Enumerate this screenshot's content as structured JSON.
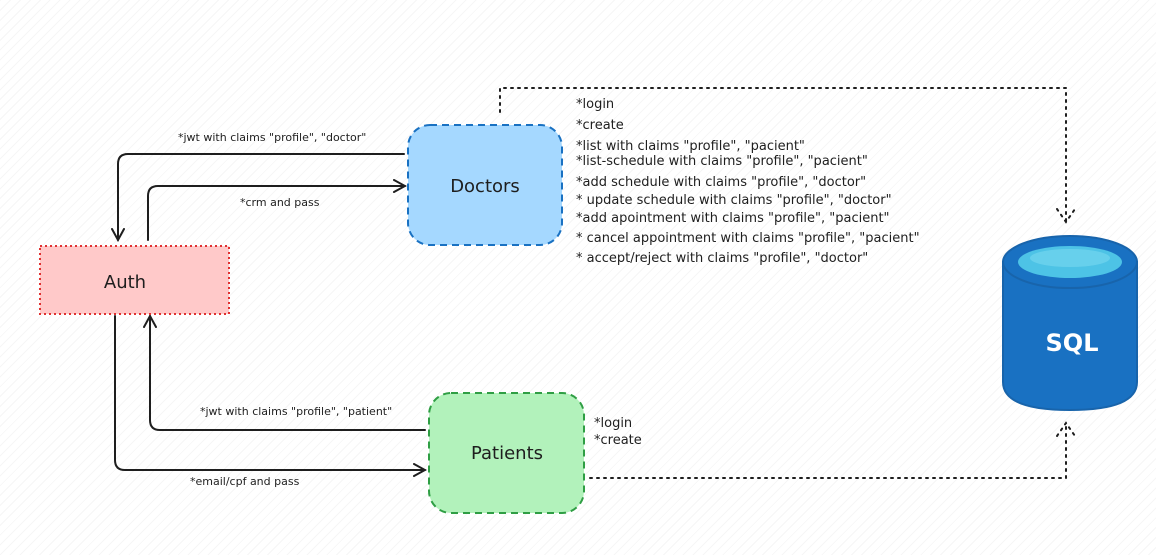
{
  "nodes": {
    "auth": {
      "label": "Auth",
      "fill": "#ffc9c9",
      "stroke": "#e03131"
    },
    "doctors": {
      "label": "Doctors",
      "fill": "#a5d8ff",
      "stroke": "#1971c2"
    },
    "patients": {
      "label": "Patients",
      "fill": "#b2f2bb",
      "stroke": "#2f9e44"
    },
    "sql": {
      "label": "SQL",
      "fill": "#1971c2",
      "top_fill": "#4dc3e6"
    }
  },
  "edges": {
    "doctors_to_auth": "*jwt with claims \"profile\", \"doctor\"",
    "auth_to_doctors": "*crm and pass",
    "patients_to_auth": "*jwt with claims \"profile\", \"patient\"",
    "auth_to_patients": "*email/cpf and pass"
  },
  "doctor_operations": [
    "*login",
    "*create",
    "*list with claims \"profile\", \"pacient\"",
    "*list-schedule with claims \"profile\", \"pacient\"",
    "*add schedule with claims \"profile\", \"doctor\"",
    "* update schedule with claims \"profile\", \"doctor\"",
    "*add apointment with claims \"profile\", \"pacient\"",
    "* cancel appointment with claims \"profile\", \"pacient\"",
    "* accept/reject with claims \"profile\", \"doctor\""
  ],
  "patient_operations": [
    "*login",
    "*create"
  ]
}
